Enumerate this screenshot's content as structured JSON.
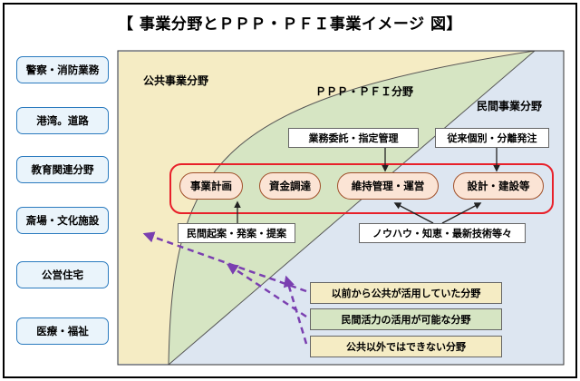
{
  "title": "【 事業分野とＰＰＰ・ＰＦＩ事業イメージ 図】",
  "fields": [
    "警察・消防業務",
    "港湾。道路",
    "教育関連分野",
    "斎場・文化施設",
    "公営住宅",
    "医療・福祉"
  ],
  "zones": {
    "public": "公共事業分野",
    "ppp_pfi": "ＰＰＰ・ＰＦＩ分野",
    "private": "民間事業分野"
  },
  "top_labels": {
    "outsourcing": "業務委託・指定管理",
    "conventional": "従来個別・分離発注"
  },
  "phases": [
    "事業計画",
    "資金調達",
    "維持管理・運営",
    "設計・建設等"
  ],
  "bottom_labels": {
    "private_proposal": "民間起案・発案・提案",
    "knowhow": "ノウハウ・知恵・最新技術等々"
  },
  "legend": [
    "以前から公共が活用していた分野",
    "民間活力の活用が可能な分野",
    "公共以外ではできない分野"
  ],
  "colors": {
    "public_zone": "#f5ecc4",
    "ppp_zone": "#d6e5c3",
    "private_zone": "#dde6f1",
    "pill_fill": "#fbe4d5",
    "highlight_border": "#e8202a",
    "arrow_dashed": "#7a3fb0"
  }
}
